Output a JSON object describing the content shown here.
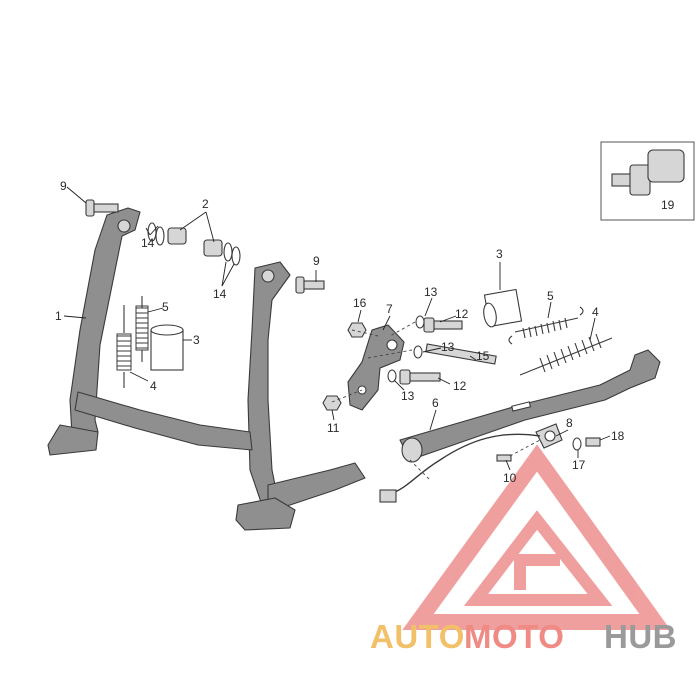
{
  "callouts": {
    "c1": "1",
    "c2": "2",
    "c3a": "3",
    "c3b": "3",
    "c4a": "4",
    "c4b": "4",
    "c5a": "5",
    "c5b": "5",
    "c6": "6",
    "c7": "7",
    "c8": "8",
    "c9a": "9",
    "c9b": "9",
    "c10": "10",
    "c11": "11",
    "c12a": "12",
    "c12b": "12",
    "c13a": "13",
    "c13b": "13",
    "c13c": "13",
    "c14a": "14",
    "c14b": "14",
    "c15": "15",
    "c16": "16",
    "c17": "17",
    "c18": "18",
    "c19": "19"
  },
  "watermark": {
    "word_auto": "AUTO",
    "word_moto": "MOTO",
    "word_hub": "HUB",
    "colors": {
      "auto": "#f3c06a",
      "moto": "#ef8a84",
      "hub": "#9a9a9a",
      "triangle": "#ee8f8f"
    }
  },
  "colors": {
    "line": "#3a3a3a",
    "part_fill": "#8f8f8f",
    "background": "#ffffff"
  }
}
